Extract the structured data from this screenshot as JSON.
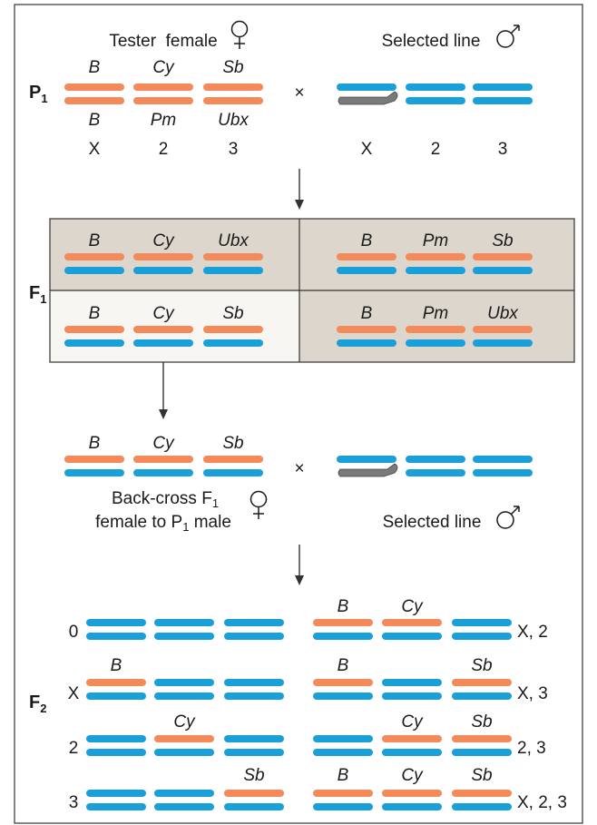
{
  "colors": {
    "orange": "#f4895a",
    "blue": "#1aa0d8",
    "gray": "#7a7a7a",
    "panel_dark": "#dcd6cd",
    "panel_light": "#f7f6f3",
    "line": "#333333"
  },
  "p1": {
    "generation": "P",
    "generation_sub": "1",
    "female_title": "Tester  female",
    "male_title": "Selected line",
    "cross": "×",
    "female_top_labels": [
      "B",
      "Cy",
      "Sb"
    ],
    "female_bottom_labels": [
      "B",
      "Pm",
      "Ubx"
    ],
    "chrom_numbers_female": [
      "X",
      "2",
      "3"
    ],
    "chrom_numbers_male": [
      "X",
      "2",
      "3"
    ]
  },
  "f1": {
    "generation": "F",
    "generation_sub": "1",
    "cells": [
      {
        "labels": [
          "B",
          "Cy",
          "Ubx"
        ]
      },
      {
        "labels": [
          "B",
          "Pm",
          "Sb"
        ]
      },
      {
        "labels": [
          "B",
          "Cy",
          "Sb"
        ]
      },
      {
        "labels": [
          "B",
          "Pm",
          "Ubx"
        ]
      }
    ]
  },
  "backcross": {
    "female_labels": [
      "B",
      "Cy",
      "Sb"
    ],
    "cross": "×",
    "caption_line1": "Back-cross F",
    "caption_line1_sub": "1",
    "caption_line2": "female to P",
    "caption_line2_sub": "1",
    "caption_line2_tail": " male",
    "male_title": "Selected line"
  },
  "f2": {
    "generation": "F",
    "generation_sub": "2",
    "left_rows": [
      {
        "label": "0",
        "markers": [
          "",
          "",
          ""
        ]
      },
      {
        "label": "X",
        "markers": [
          "B",
          "",
          ""
        ]
      },
      {
        "label": "2",
        "markers": [
          "",
          "Cy",
          ""
        ]
      },
      {
        "label": "3",
        "markers": [
          "",
          "",
          "Sb"
        ]
      }
    ],
    "right_rows": [
      {
        "label": "X, 2",
        "markers": [
          "B",
          "Cy",
          ""
        ]
      },
      {
        "label": "X, 3",
        "markers": [
          "B",
          "",
          "Sb"
        ]
      },
      {
        "label": "2, 3",
        "markers": [
          "",
          "Cy",
          "Sb"
        ]
      },
      {
        "label": "X, 2, 3",
        "markers": [
          "B",
          "Cy",
          "Sb"
        ]
      }
    ]
  }
}
